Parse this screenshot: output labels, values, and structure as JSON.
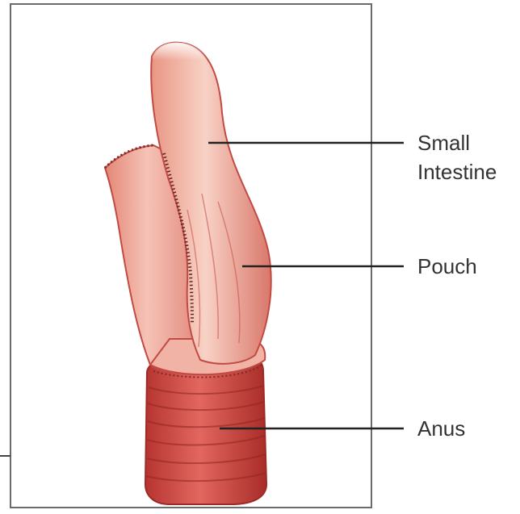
{
  "labels": {
    "small_intestine": "Small\nIntestine",
    "pouch": "Pouch",
    "anus": "Anus"
  },
  "colors": {
    "frame": "#6b6b6b",
    "leader_line": "#222222",
    "tissue_light": "#f6c9bd",
    "tissue_mid": "#ec9a89",
    "tissue_dark": "#c94a44",
    "anus_dark": "#b3332f",
    "outline": "#b8443e"
  }
}
